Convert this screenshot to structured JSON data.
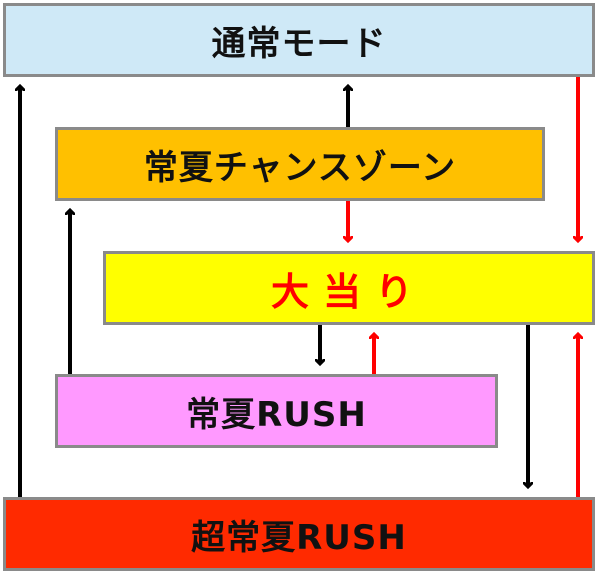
{
  "nodes": {
    "normal_mode": "通常モード",
    "summer_chance_zone": "常夏チャンスゾーン",
    "big_hit": "大当り",
    "summer_rush": "常夏RUSH",
    "super_summer_rush": "超常夏RUSH"
  },
  "colors": {
    "normal_mode": "#cfe9f7",
    "summer_chance_zone": "#ffc000",
    "big_hit": "#ffff00",
    "big_hit_text": "#ff0000",
    "summer_rush": "#ff99ff",
    "super_summer_rush": "#ff2a00",
    "arrow_black": "#000000",
    "arrow_red": "#ff0000"
  },
  "edges": [
    {
      "from": "summer_chance_zone",
      "to": "normal_mode",
      "color": "black"
    },
    {
      "from": "summer_chance_zone",
      "to": "big_hit",
      "color": "red"
    },
    {
      "from": "normal_mode",
      "to": "big_hit",
      "color": "red"
    },
    {
      "from": "big_hit",
      "to": "summer_rush",
      "color": "black"
    },
    {
      "from": "summer_rush",
      "to": "big_hit",
      "color": "red"
    },
    {
      "from": "summer_rush",
      "to": "summer_chance_zone",
      "color": "black"
    },
    {
      "from": "big_hit",
      "to": "super_summer_rush",
      "color": "black"
    },
    {
      "from": "super_summer_rush",
      "to": "big_hit",
      "color": "red"
    },
    {
      "from": "super_summer_rush",
      "to": "normal_mode",
      "color": "black"
    }
  ]
}
